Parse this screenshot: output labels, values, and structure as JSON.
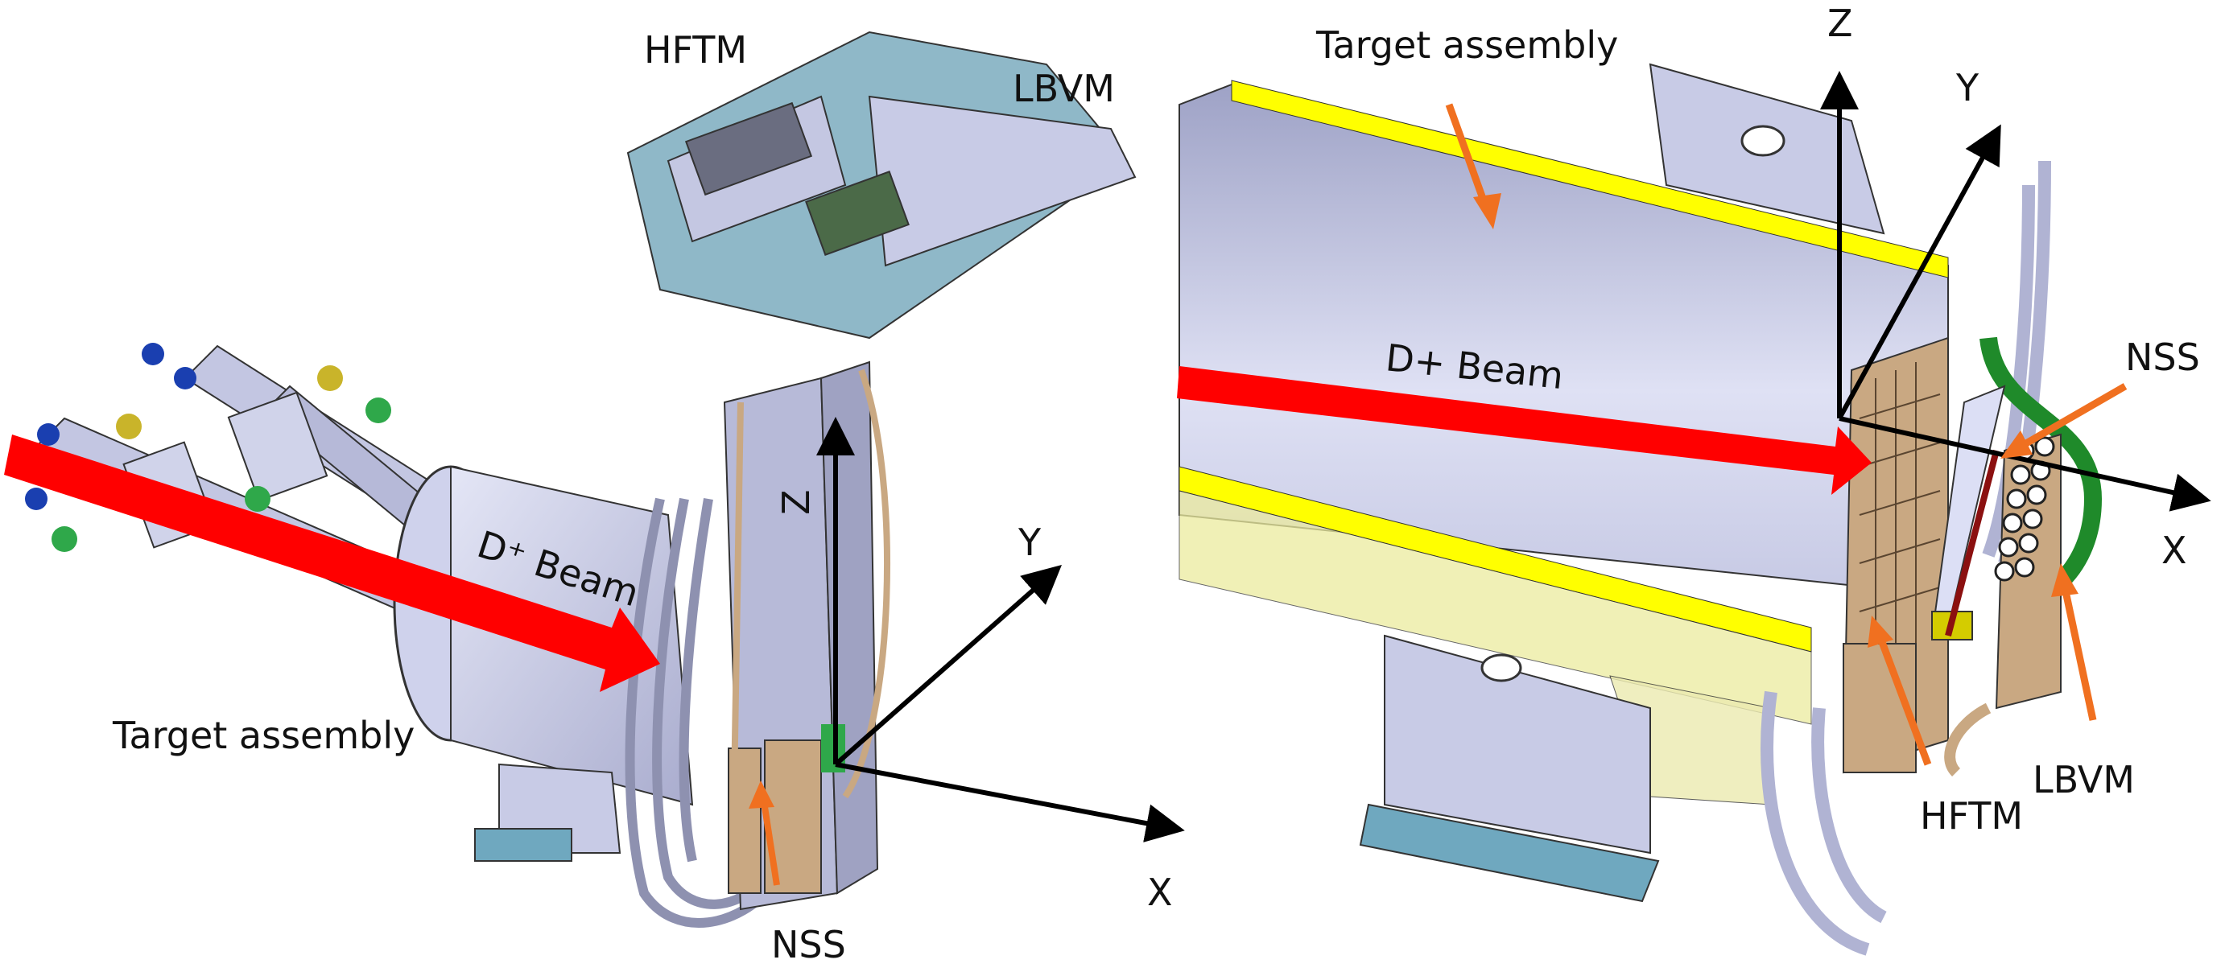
{
  "figure": {
    "left_panel": {
      "labels": {
        "hftm": "HFTM",
        "lbvm": "LBVM",
        "beam": "D⁺ Beam",
        "target": "Target assembly",
        "nss": "NSS",
        "axis_x": "X",
        "axis_y": "Y",
        "axis_z": "Z"
      }
    },
    "right_panel": {
      "labels": {
        "target": "Target assembly",
        "beam": "D+ Beam",
        "nss": "NSS",
        "hftm": "HFTM",
        "lbvm": "LBVM",
        "axis_x": "X",
        "axis_y": "Y",
        "axis_z": "Z"
      }
    },
    "colors": {
      "beam_arrow": "#ff0000",
      "callout_arrow": "#f07020",
      "axis": "#000000",
      "steel": "#c8cbe6",
      "steel_dark": "#9a9dbd",
      "frame_blue": "#8fb8c8",
      "yellow": "#ffff00",
      "tan": "#c9a882",
      "green": "#1f8a2a"
    }
  }
}
